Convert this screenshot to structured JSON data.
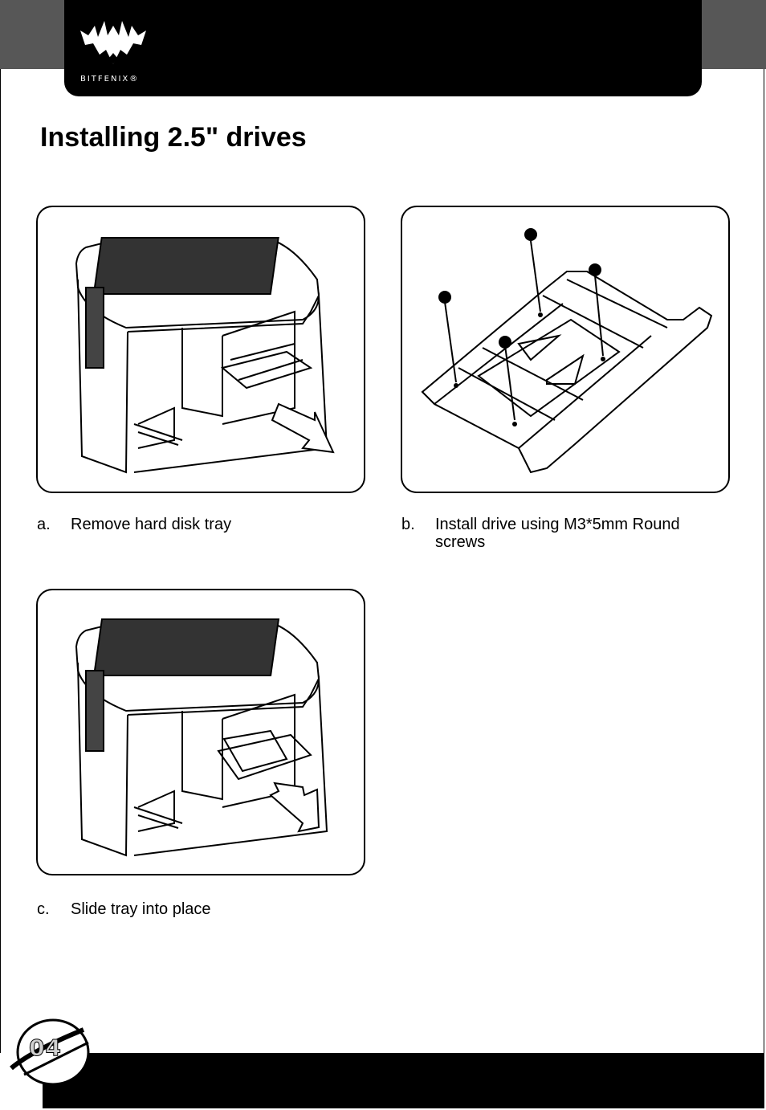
{
  "brand": {
    "logo_text": "BITFENIX®"
  },
  "page_title": "Installing 2.5\" drives",
  "steps": [
    {
      "letter": "a.",
      "text": "Remove hard disk tray"
    },
    {
      "letter": "b.",
      "text": "Install drive using M3*5mm Round screws"
    },
    {
      "letter": "c.",
      "text": "Slide tray into place"
    }
  ],
  "page_number": "04",
  "colors": {
    "header": "#000000",
    "header_tabs": "#575757",
    "background": "#ffffff"
  }
}
